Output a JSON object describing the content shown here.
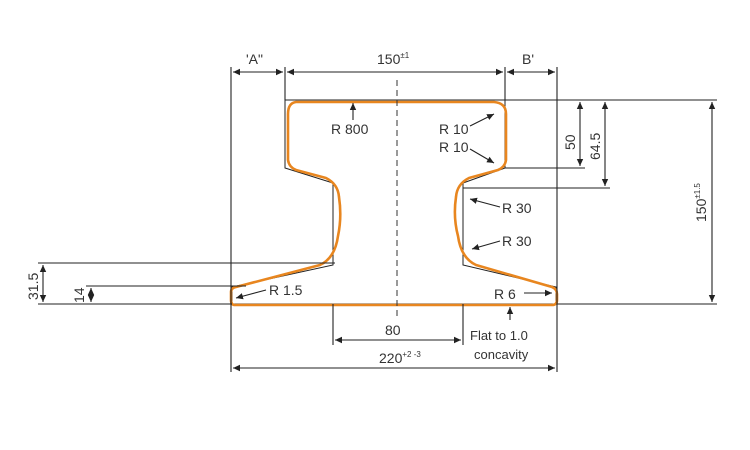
{
  "colors": {
    "profile_outline": "#e8861f",
    "dimension_lines": "#222222",
    "text": "#333333"
  },
  "labels": {
    "a_gap": "'A\"",
    "b_gap": "B'",
    "head_width": "150",
    "head_width_tol": "±1",
    "r800": "R 800",
    "r10_upper": "R 10",
    "r10_lower": "R 10",
    "r30_upper": "R 30",
    "r30_lower": "R 30",
    "r1_5": "R 1.5",
    "r6": "R 6",
    "dim_50": "50",
    "dim_64_5": "64.5",
    "height": "150",
    "height_tol": "±1.5",
    "dim_31_5": "31.5",
    "dim_14": "14",
    "web_width": "80",
    "base_width": "220",
    "base_width_tol": "+2 -3",
    "flat_note_1": "Flat to 1.0",
    "flat_note_2": "concavity"
  }
}
